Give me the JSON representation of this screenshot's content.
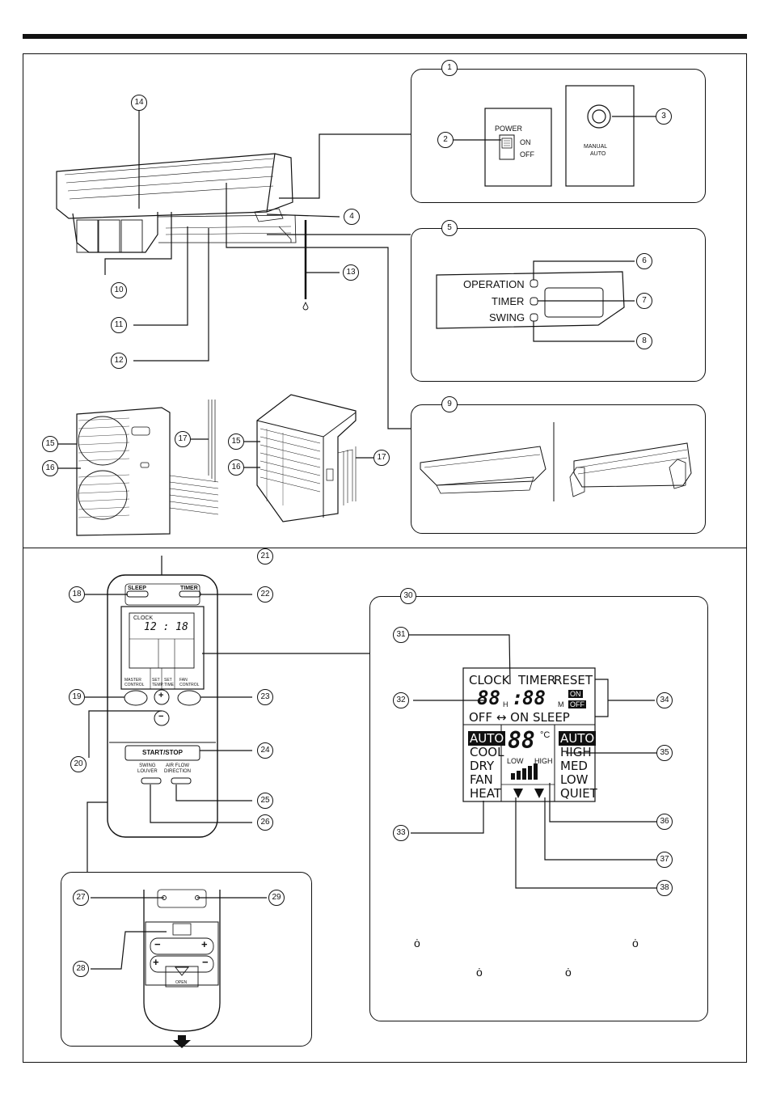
{
  "callouts": [
    "1",
    "2",
    "3",
    "4",
    "5",
    "6",
    "7",
    "8",
    "9",
    "10",
    "11",
    "12",
    "13",
    "14",
    "15",
    "16",
    "17",
    "18",
    "19",
    "20",
    "21",
    "22",
    "23",
    "24",
    "25",
    "26",
    "27",
    "28",
    "29",
    "30",
    "31",
    "32",
    "33",
    "34",
    "35",
    "36",
    "37",
    "38"
  ],
  "switch_panel": {
    "power": "POWER",
    "on": "ON",
    "off": "OFF",
    "manual": "MANUAL",
    "auto": "AUTO"
  },
  "indicators": {
    "operation": "OPERATION",
    "timer": "TIMER",
    "swing": "SWING"
  },
  "remote": {
    "sleep": "SLEEP",
    "timer": "TIMER",
    "clock": "CLOCK",
    "time": "12 : 18",
    "master_1": "MASTER",
    "master_2": "CONTROL",
    "set_temp_1": "SET",
    "set_temp_2": "TEMP.",
    "set_time_1": "SET",
    "set_time_2": "TIME",
    "fan_1": "FAN",
    "fan_2": "CONTROL",
    "plus": "+",
    "minus": "−",
    "start_stop": "START/STOP",
    "swing_1": "SWING",
    "swing_2": "LOUVER",
    "airflow_1": "AIR FLOW",
    "airflow_2": "DIRECTION",
    "open": "OPEN"
  },
  "lcd": {
    "clock": "CLOCK",
    "timer": "TIMER",
    "reset": "RESET",
    "time_h": "88",
    "h": "H",
    "colon": ":",
    "time_m": "88",
    "m": "M",
    "on": "ON",
    "off": "OFF",
    "off_on_sleep": "OFF ↔ ON SLEEP",
    "temp": "88",
    "deg": "°C",
    "low": "LOW",
    "high": "HIGH",
    "modes": [
      "AUTO",
      "COOL",
      "DRY",
      "FAN",
      "HEAT"
    ],
    "fans": [
      "AUTO",
      "HIGH",
      "MED",
      "LOW",
      "QUIET"
    ]
  },
  "stray_marks": [
    "ȯ",
    "ȯ",
    "ȯ",
    "ȯ"
  ]
}
